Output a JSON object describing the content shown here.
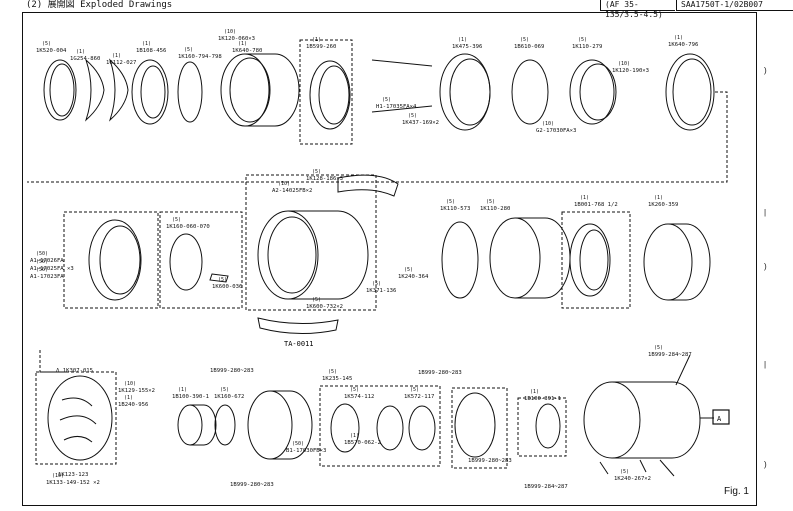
{
  "header": {
    "left": "(2) 展開図 Exploded Drawings",
    "code1": "(AF 35-135/3.5-4.5)",
    "code2": "SAA1750T-1/02B007"
  },
  "figure": {
    "fig_label": "Fig. 1",
    "box_label": "A",
    "note_handwritten": "Δ 1K307-015",
    "section_text": "TA-0011"
  },
  "labels": [
    {
      "id": "r1a",
      "q": "(5)",
      "p": "1K520-004"
    },
    {
      "id": "r1b",
      "q": "(1)",
      "p": "1G254-860"
    },
    {
      "id": "r1c",
      "q": "(1)",
      "p": "1G112-027"
    },
    {
      "id": "r1d",
      "q": "(1)",
      "p": "1B108-456"
    },
    {
      "id": "r1e",
      "q": "(5)",
      "p": "1K160-794-798"
    },
    {
      "id": "r1f",
      "q": "(10)",
      "p": "1K120-060×3"
    },
    {
      "id": "r1g",
      "q": "(1)",
      "p": "1K640-780"
    },
    {
      "id": "r1h",
      "q": "(1)",
      "p": "1B599-260"
    },
    {
      "id": "r1i",
      "q": "(1)",
      "p": "1K475-396"
    },
    {
      "id": "r1j",
      "q": "(5)",
      "p": "1B610-069"
    },
    {
      "id": "r1k",
      "q": "(5)",
      "p": "1K110-279"
    },
    {
      "id": "r1l",
      "q": "(1)",
      "p": "1K640-796"
    },
    {
      "id": "r1m",
      "q": "(10)",
      "p": "1K120-190×3"
    },
    {
      "id": "r1n",
      "q": "(5)",
      "p": "H1-17035FA×4"
    },
    {
      "id": "r1o",
      "q": "(5)",
      "p": "1K437-169×2"
    },
    {
      "id": "r1p",
      "q": "(10)",
      "p": "G2-17030FA×3"
    },
    {
      "id": "r2a",
      "q": "(5)",
      "p": "1K128-186×3"
    },
    {
      "id": "r2b",
      "q": "(10)",
      "p": "A2-14025FB×2"
    },
    {
      "id": "r2c",
      "q": "(5)",
      "p": "1K160-060-070"
    },
    {
      "id": "r2d",
      "q": "(5)",
      "p": "1K110-573"
    },
    {
      "id": "r2e",
      "q": "(5)",
      "p": "1K110-280"
    },
    {
      "id": "r2f",
      "q": "(1)",
      "p": "1B001-768 1/2"
    },
    {
      "id": "r2g",
      "q": "(1)",
      "p": "1K260-359"
    },
    {
      "id": "r2h",
      "q": "(5)",
      "p": "1K600-036"
    },
    {
      "id": "r2i",
      "q": "(5)",
      "p": "1K240-364"
    },
    {
      "id": "r2j",
      "q": "(5)",
      "p": "1K371-136"
    },
    {
      "id": "r2k",
      "q": "(5)",
      "p": "1K600-732×2"
    },
    {
      "id": "r2l",
      "q": "(50)",
      "p": "A1-17026FA"
    },
    {
      "id": "r2m",
      "q": "(50)",
      "p": "A1-17025FA ×3"
    },
    {
      "id": "r2n",
      "q": "(50)",
      "p": "A1-17023FA"
    },
    {
      "id": "r3a",
      "q": "(10)",
      "p": "1K129-155×2"
    },
    {
      "id": "r3b",
      "q": "(1)",
      "p": "1B240-956"
    },
    {
      "id": "r3c",
      "q": "(1)",
      "p": "1B100-390-1"
    },
    {
      "id": "r3d",
      "q": "(5)",
      "p": "1K160-672"
    },
    {
      "id": "r3e",
      "q": "",
      "p": "1B999-280~283"
    },
    {
      "id": "r3f",
      "q": "(5)",
      "p": "1K235-145"
    },
    {
      "id": "r3g",
      "q": "(5)",
      "p": "1K574-112"
    },
    {
      "id": "r3h",
      "q": "(5)",
      "p": "1K572-117"
    },
    {
      "id": "r3i",
      "q": "(1)",
      "p": "1B570-062-2"
    },
    {
      "id": "r3j",
      "q": "(50)",
      "p": "B1-17030FB×3"
    },
    {
      "id": "r3k",
      "q": "",
      "p": "1B999-280~283"
    },
    {
      "id": "r3l",
      "q": "(1)",
      "p": "1B100-391-1"
    },
    {
      "id": "r3m",
      "q": "",
      "p": "1B999-280~283"
    },
    {
      "id": "r3n",
      "q": "(5)",
      "p": "1B999-284~287"
    },
    {
      "id": "r3o",
      "q": "",
      "p": "1B999-284~287"
    },
    {
      "id": "r3p",
      "q": "(5)",
      "p": "1K240-267×2"
    },
    {
      "id": "r3q",
      "q": "",
      "p": "1B999-280~283"
    },
    {
      "id": "r3r",
      "q": "",
      "p": "1K123-123"
    },
    {
      "id": "r3s",
      "q": "(10)",
      "p": "1K133-149-152 ×2"
    }
  ]
}
